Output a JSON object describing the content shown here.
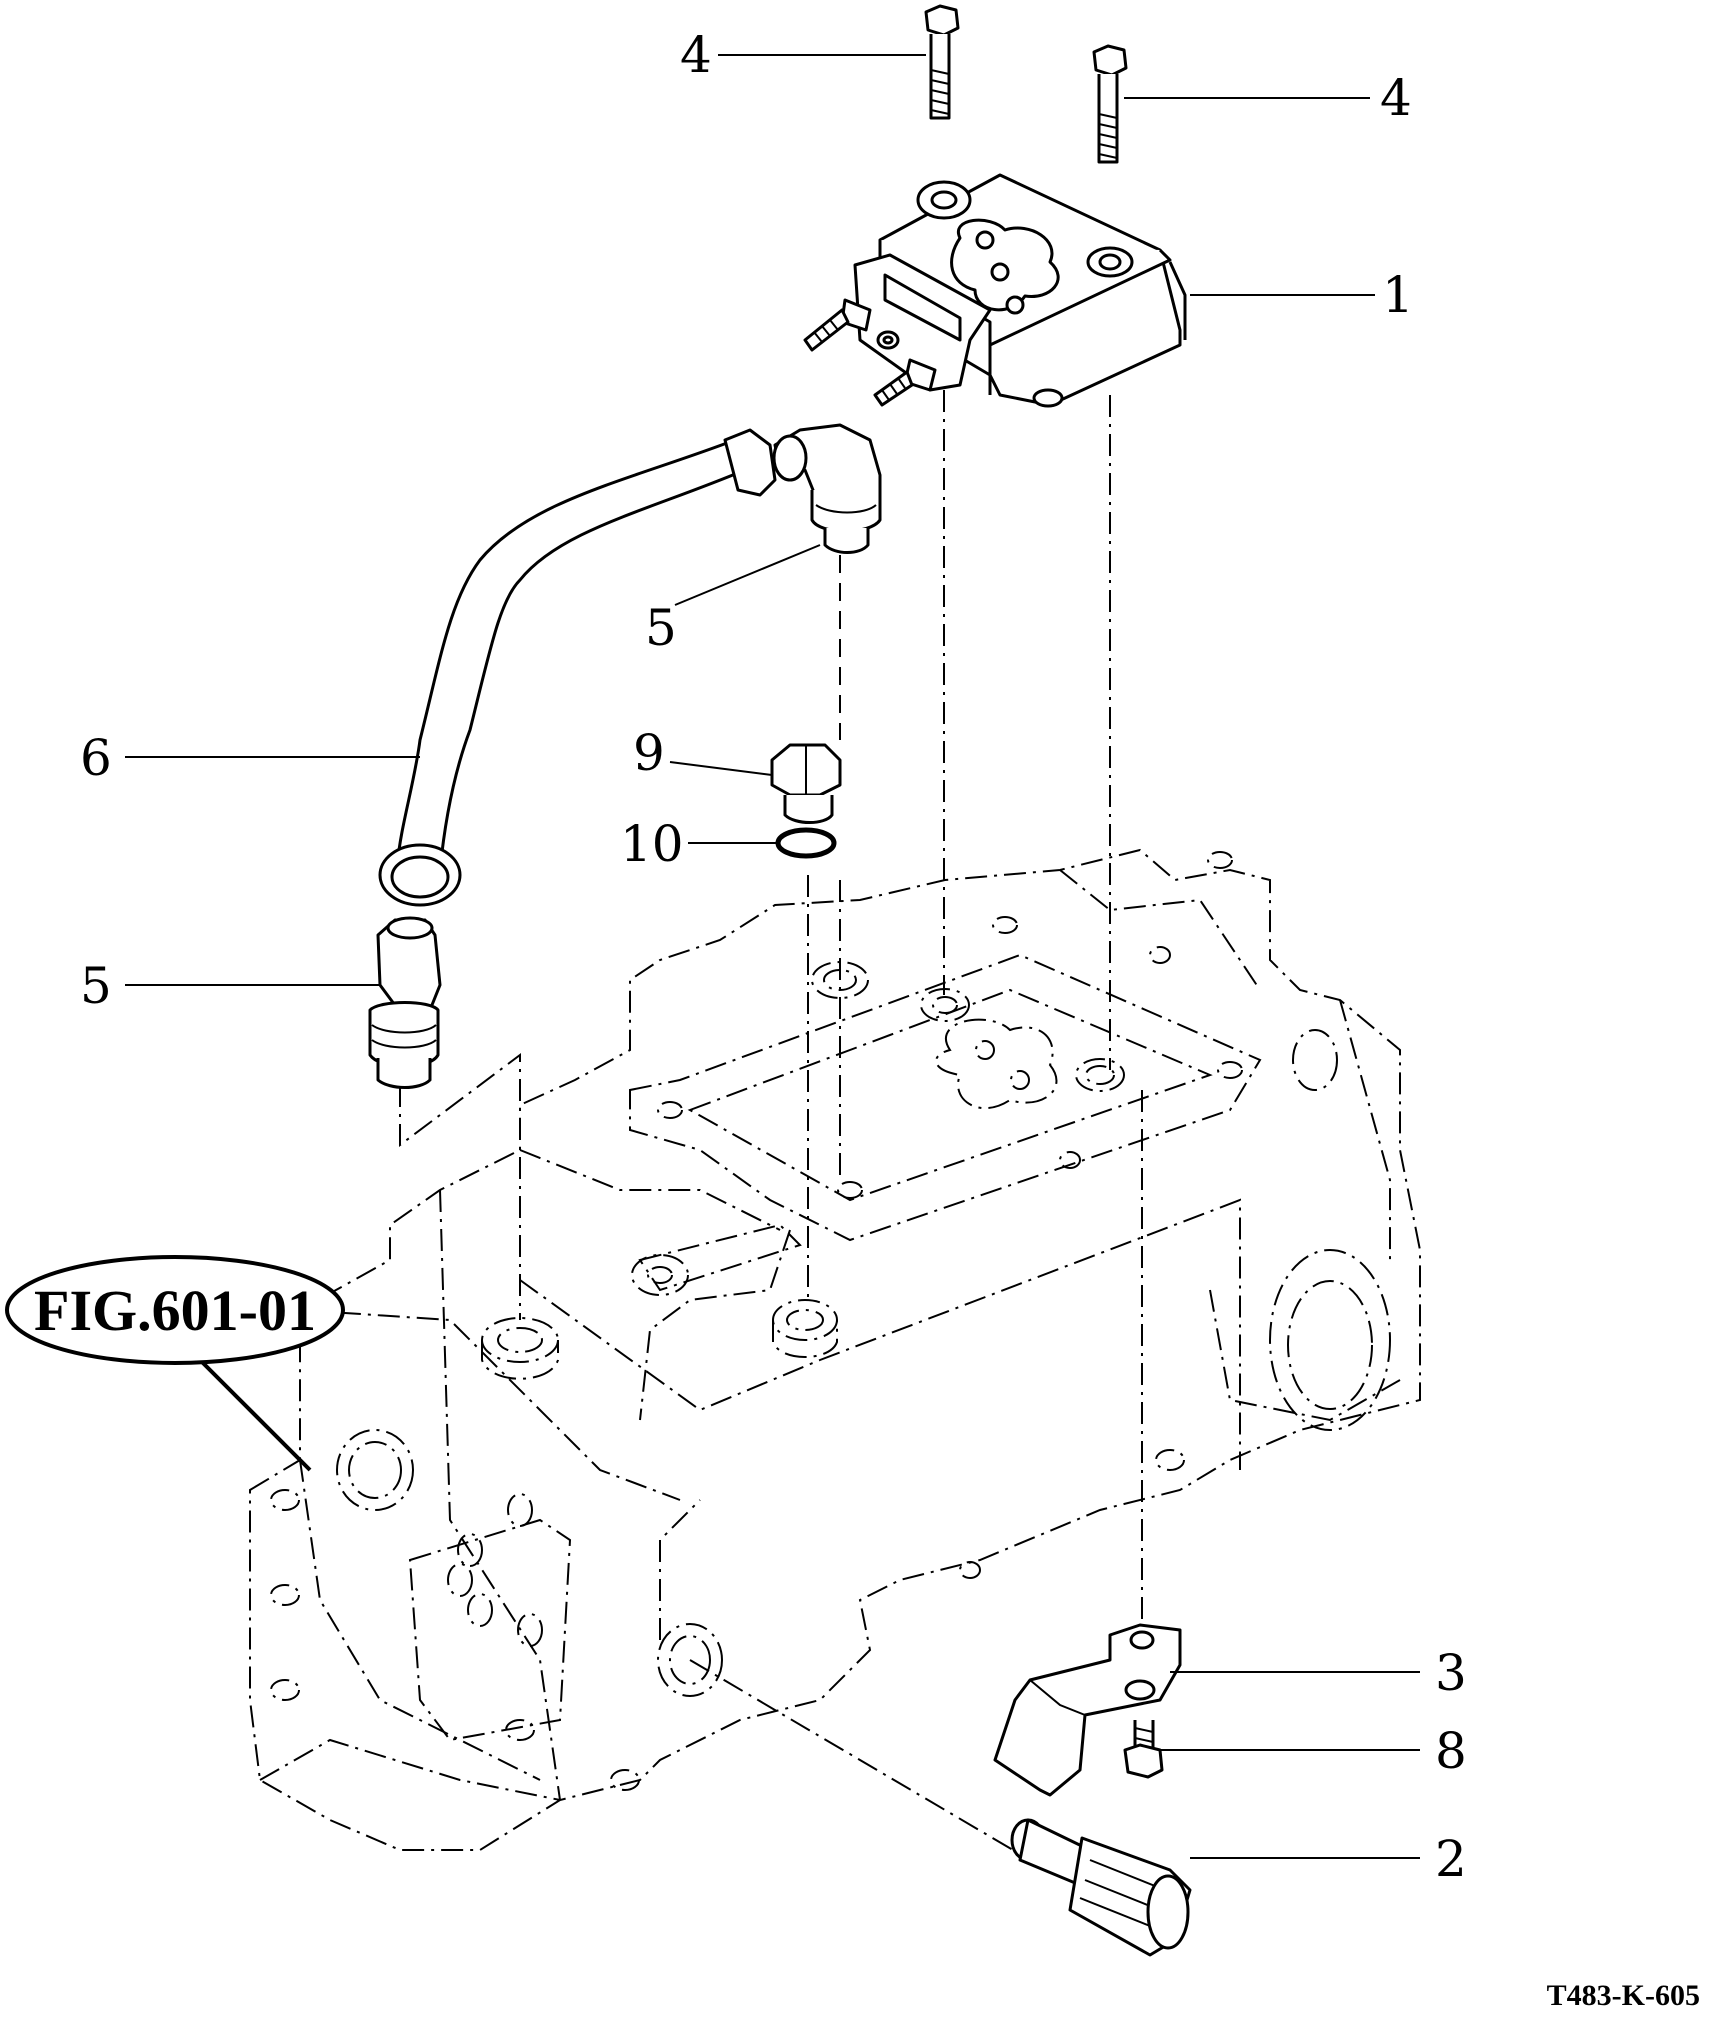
{
  "figure_reference": "FIG.601-01",
  "drawing_number": "T483-K-605",
  "callouts": {
    "c1": "1",
    "c2": "2",
    "c3": "3",
    "c4a": "4",
    "c4b": "4",
    "c5a": "5",
    "c5b": "5",
    "c6": "6",
    "c8": "8",
    "c9": "9",
    "c10": "10"
  }
}
